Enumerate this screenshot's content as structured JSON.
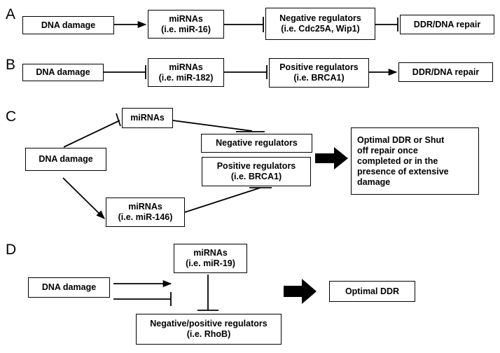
{
  "panels": {
    "a": {
      "label": "A",
      "damage": "DNA damage",
      "mirna": [
        "miRNAs",
        "(i.e. miR-16)"
      ],
      "regulators": [
        "Negative regulators",
        "(i.e. Cdc25A, Wip1)"
      ],
      "outcome": "DDR/DNA repair"
    },
    "b": {
      "label": "B",
      "damage": "DNA damage",
      "mirna": [
        "miRNAs",
        "(i.e. miR-182)"
      ],
      "regulators": [
        "Positive regulators",
        "(i.e. BRCA1)"
      ],
      "outcome": "DDR/DNA repair"
    },
    "c": {
      "label": "C",
      "damage": "DNA damage",
      "mirna_top": "miRNAs",
      "negative": "Negative regulators",
      "positive": [
        "Positive regulators",
        "(i.e. BRCA1)"
      ],
      "mirna_bottom": [
        "miRNAs",
        "(i.e. miR-146)"
      ],
      "outcome": [
        "Optimal DDR or Shut",
        "off repair once",
        "completed or in the",
        "presence of extensive",
        "damage"
      ]
    },
    "d": {
      "label": "D",
      "damage": "DNA damage",
      "mirna": [
        "miRNAs",
        "(i.e. miR-19)"
      ],
      "regulators": [
        "Negative/positive regulators",
        "(i.e. RhoB)"
      ],
      "outcome": "Optimal DDR"
    }
  }
}
